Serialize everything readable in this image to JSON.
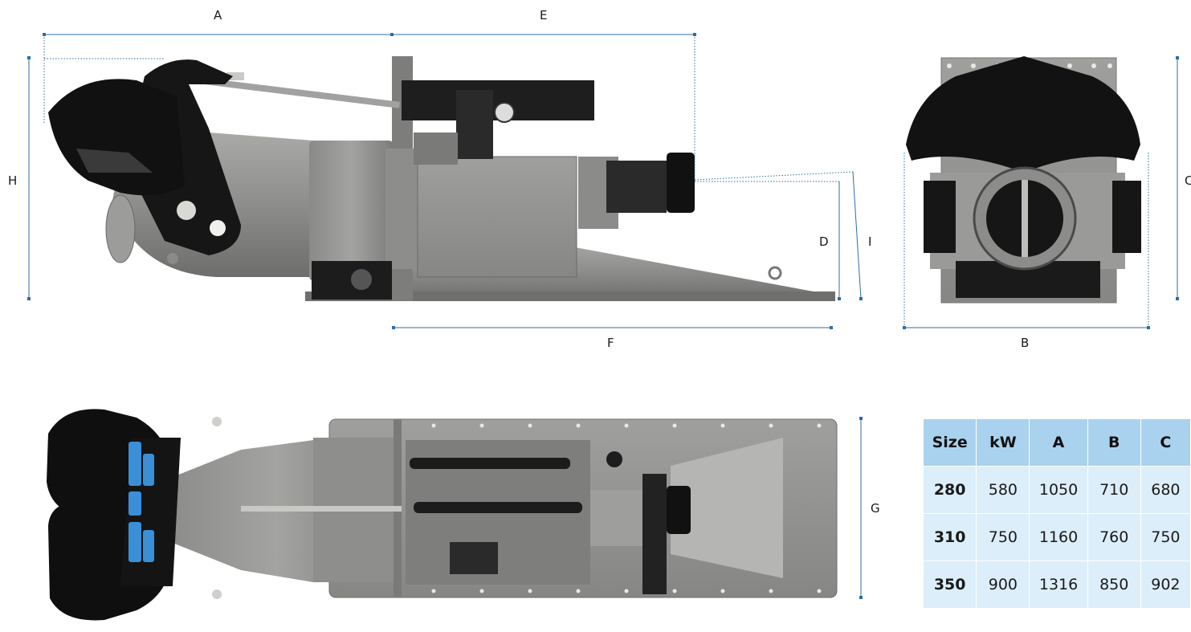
{
  "dimension_labels": {
    "A": "A",
    "E": "E",
    "H": "H",
    "D": "D",
    "I": "I",
    "F": "F",
    "B": "B",
    "C": "C",
    "G": "G"
  },
  "table": {
    "headers": [
      "Size",
      "kW",
      "A",
      "B",
      "C"
    ],
    "rows": [
      [
        "280",
        "580",
        "1050",
        "710",
        "680"
      ],
      [
        "310",
        "750",
        "1160",
        "760",
        "750"
      ],
      [
        "350",
        "900",
        "1316",
        "850",
        "902"
      ]
    ]
  },
  "colors": {
    "dimension_line": "#2f6da3",
    "table_header": "#a9d2ee",
    "table_cell": "#dceefa",
    "metal": "#8c8d8a",
    "black_parts": "#141414",
    "blue_logo": "#3a8fd6"
  }
}
